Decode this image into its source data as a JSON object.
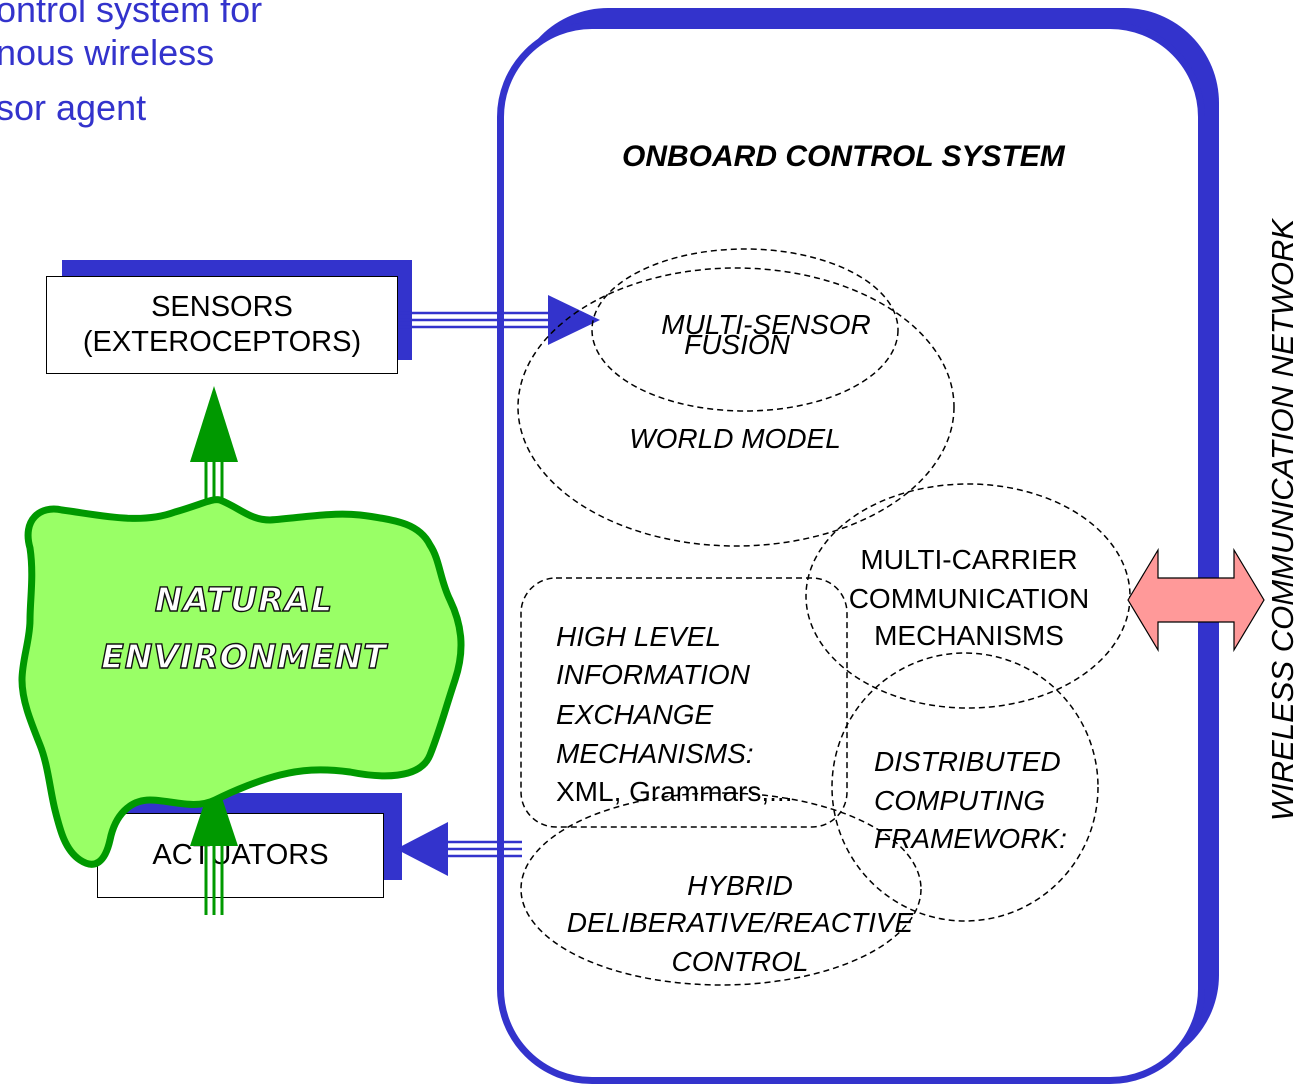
{
  "title": {
    "line1": "ontrol system for",
    "line2": "nous wireless",
    "line3": "sor agent"
  },
  "colors": {
    "frame_blue": "#3333cc",
    "environment_fill": "#99ff66",
    "environment_stroke": "#009900",
    "arrow_green": "#009900",
    "link_arrow_pink": "#ff9999"
  },
  "onboard": {
    "title": "ONBOARD CONTROL SYSTEM"
  },
  "sensors": {
    "line1": "SENSORS",
    "line2": "(EXTEROCEPTORS)"
  },
  "actuators": {
    "label": "ACTUATORS"
  },
  "environment": {
    "line1": "NATURAL",
    "line2": "ENVIRONMENT"
  },
  "modules": {
    "fusion": {
      "line1": "MULTI-SENSOR",
      "line2": "FUSION"
    },
    "world_model": "WORLD  MODEL",
    "carrier": {
      "line1": "MULTI-CARRIER",
      "line2": "COMMUNICATION",
      "line3": "MECHANISMS"
    },
    "info_exchange": {
      "line1": "HIGH LEVEL",
      "line2": "INFORMATION",
      "line3": "EXCHANGE",
      "line4": "MECHANISMS:",
      "line5": "XML, Grammars,..."
    },
    "distributed": {
      "line1": "DISTRIBUTED",
      "line2": "COMPUTING",
      "line3": "FRAMEWORK:"
    },
    "control": {
      "line1": "HYBRID",
      "line2": "DELIBERATIVE/REACTIVE",
      "line3": "CONTROL"
    }
  },
  "network": {
    "label": "WIRELESS COMMUNICATION NETWORK"
  }
}
